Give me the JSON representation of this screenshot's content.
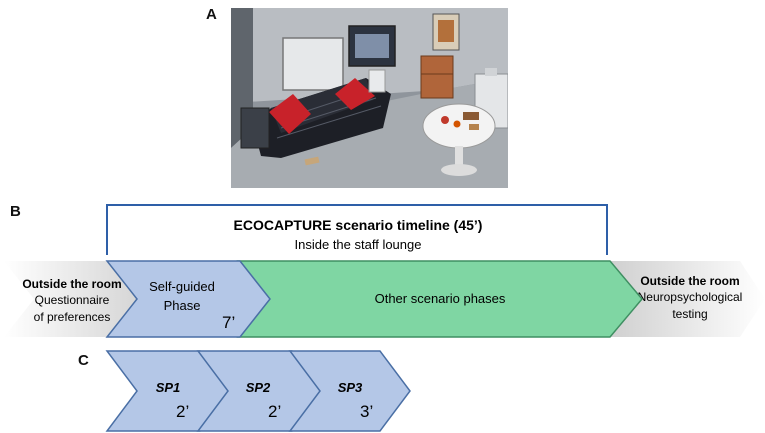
{
  "panels": {
    "a": "A",
    "b": "B",
    "c": "C"
  },
  "timeline": {
    "title": "ECOCAPTURE scenario timeline (45’)",
    "subtitle": "Inside the staff lounge"
  },
  "phases": {
    "outside_before": {
      "title": "Outside the room",
      "line1": "Questionnaire",
      "line2": "of preferences"
    },
    "self_guided": {
      "line1": "Self-guided",
      "line2": "Phase",
      "duration": "7’"
    },
    "other": {
      "label": "Other scenario phases"
    },
    "outside_after": {
      "title": "Outside the room",
      "line1": "Neuropsychological",
      "line2": "testing"
    }
  },
  "subphases": [
    {
      "label": "SP1",
      "duration": "2’"
    },
    {
      "label": "SP2",
      "duration": "2’"
    },
    {
      "label": "SP3",
      "duration": "3’"
    }
  ],
  "colors": {
    "blue_fill": "#b4c7e7",
    "blue_stroke": "#4a6fa5",
    "green_fill": "#7fd6a3",
    "green_stroke": "#3f8f62",
    "bracket": "#2e5fa8"
  }
}
